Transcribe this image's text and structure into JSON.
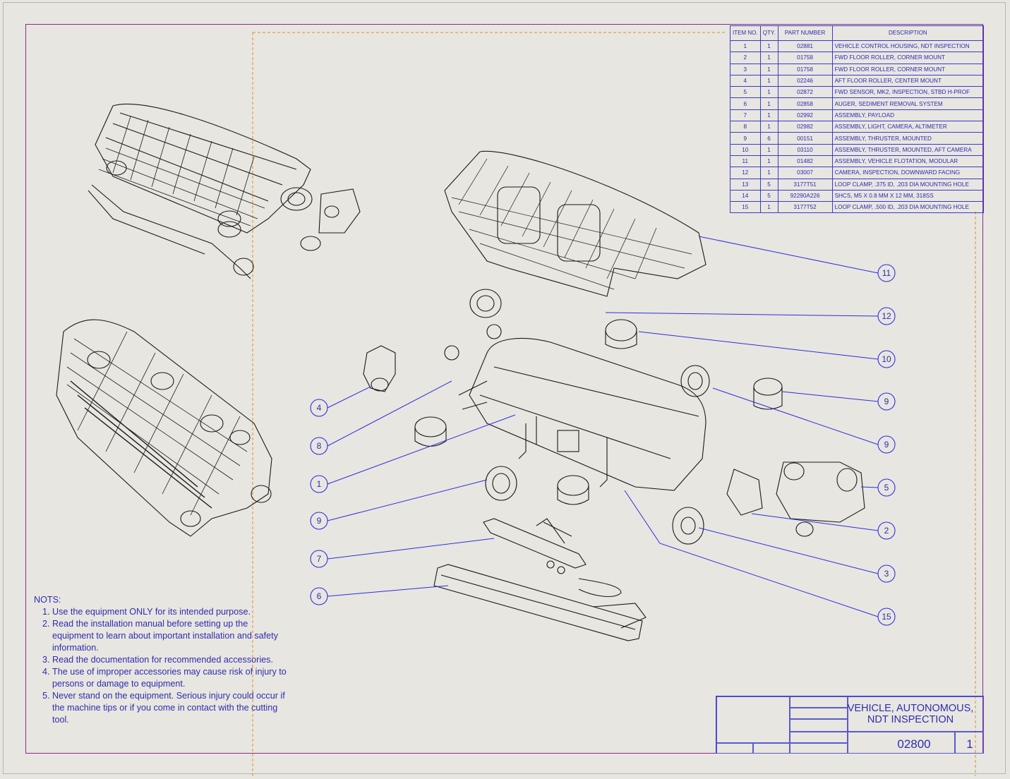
{
  "bom": {
    "headers": [
      "ITEM NO.",
      "QTY.",
      "PART NUMBER",
      "DESCRIPTION"
    ],
    "rows": [
      {
        "item": "1",
        "qty": "1",
        "part": "02881",
        "desc": "VEHICLE CONTROL HOUSING, NDT INSPECTION"
      },
      {
        "item": "2",
        "qty": "1",
        "part": "01758",
        "desc": "FWD FLOOR ROLLER, CORNER MOUNT"
      },
      {
        "item": "3",
        "qty": "1",
        "part": "01758",
        "desc": "FWD FLOOR ROLLER, CORNER MOUNT"
      },
      {
        "item": "4",
        "qty": "1",
        "part": "02246",
        "desc": "AFT FLOOR ROLLER, CENTER MOUNT"
      },
      {
        "item": "5",
        "qty": "1",
        "part": "02872",
        "desc": "FWD SENSOR, MK2, INSPECTION, STBD H-PROF"
      },
      {
        "item": "6",
        "qty": "1",
        "part": "02858",
        "desc": "AUGER, SEDIMENT REMOVAL SYSTEM"
      },
      {
        "item": "7",
        "qty": "1",
        "part": "02992",
        "desc": "ASSEMBLY, PAYLOAD"
      },
      {
        "item": "8",
        "qty": "1",
        "part": "02982",
        "desc": "ASSEMBLY, LIGHT, CAMERA, ALTIMETER"
      },
      {
        "item": "9",
        "qty": "6",
        "part": "00151",
        "desc": "ASSEMBLY, THRUSTER, MOUNTED"
      },
      {
        "item": "10",
        "qty": "1",
        "part": "03110",
        "desc": "ASSEMBLY, THRUSTER, MOUNTED, AFT CAMERA"
      },
      {
        "item": "11",
        "qty": "1",
        "part": "01482",
        "desc": "ASSEMBLY, VEHICLE FLOTATION, MODULAR"
      },
      {
        "item": "12",
        "qty": "1",
        "part": "03007",
        "desc": "CAMERA, INSPECTION, DOWNWARD FACING"
      },
      {
        "item": "13",
        "qty": "5",
        "part": "3177T51",
        "desc": "LOOP CLAMP, .375 ID, .203 DIA MOUNTING HOLE"
      },
      {
        "item": "14",
        "qty": "5",
        "part": "92290A226",
        "desc": "SHCS, M5 X 0.8 MM X 12 MM, 318SS"
      },
      {
        "item": "15",
        "qty": "1",
        "part": "3177T52",
        "desc": "LOOP CLAMP, .500 ID, .203 DIA MOUNTING HOLE"
      }
    ]
  },
  "notes": {
    "title": "NOTS:",
    "items": [
      "Use the equipment ONLY for its intended purpose.",
      "Read the installation manual before setting up the equipment to learn about important installation and safety information.",
      "Read the documentation for recommended accessories.",
      "The use of improper accessories may cause risk of injury to persons or damage to equipment.",
      "Never stand on the equipment. Serious injury could occur if the machine tips or if you come in contact with the cutting tool."
    ]
  },
  "balloons": [
    "11",
    "12",
    "10",
    "9",
    "9",
    "4",
    "8",
    "1",
    "9",
    "5",
    "2",
    "3",
    "7",
    "6",
    "15"
  ],
  "title_block": {
    "title_line1": "VEHICLE, AUTONOMOUS,",
    "title_line2": "NDT INSPECTION",
    "part_number": "02800",
    "revision": "1"
  },
  "colors": {
    "annotation": "#2d2db0",
    "border": "#8a2a8a",
    "leader": "#2e2ee0",
    "centerline": "#e08a2a",
    "linework": "#1a1a1a"
  }
}
